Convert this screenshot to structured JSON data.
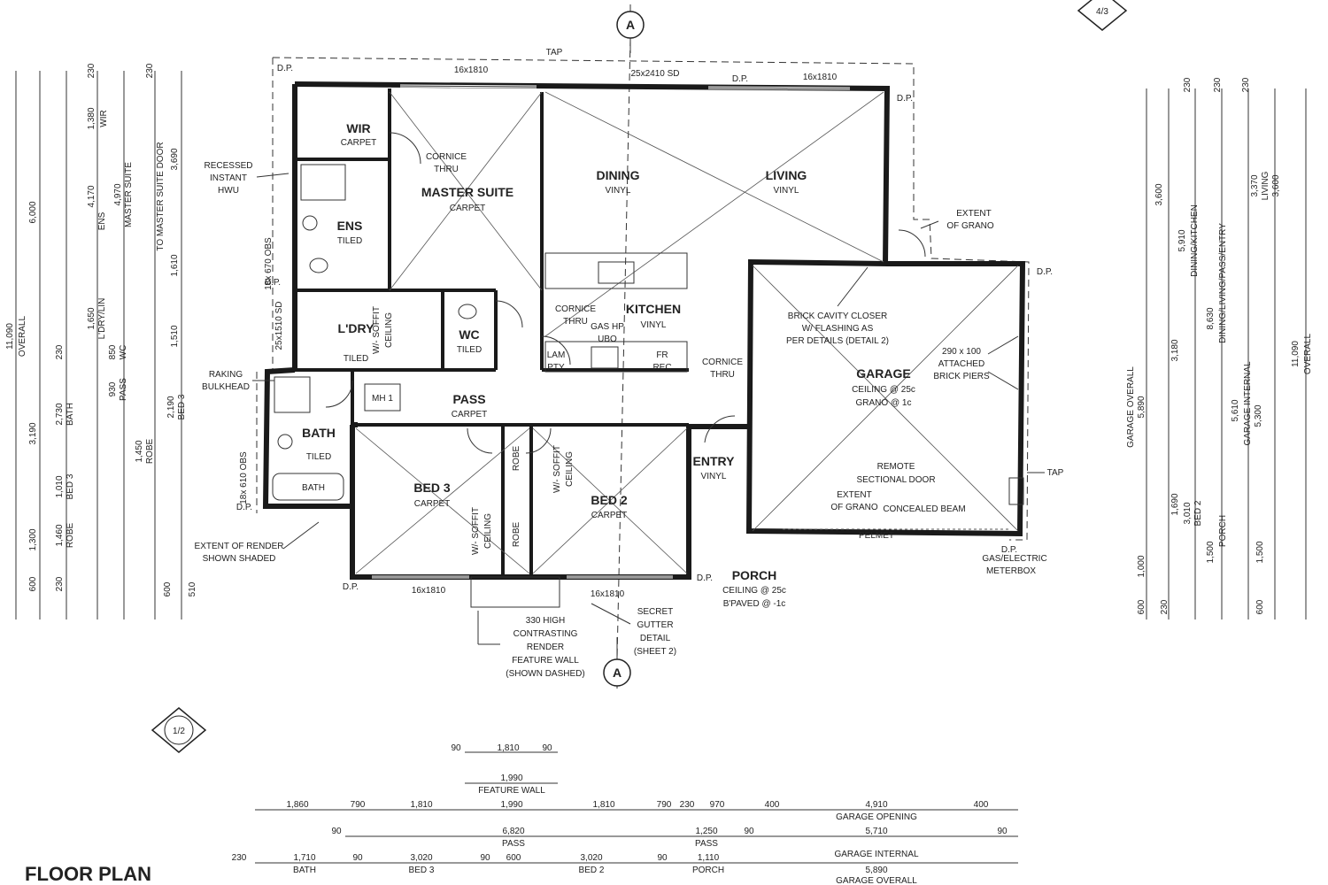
{
  "title": "FLOOR PLAN",
  "section_marks": {
    "a_top": "A",
    "a_bottom": "A",
    "sheet_top": "4/3",
    "sheet_left": "1/2"
  },
  "rooms": {
    "wir": "WIR",
    "wir_finish": "CARPET",
    "master": "MASTER SUITE",
    "master_finish": "CARPET",
    "ens": "ENS",
    "ens_finish": "TILED",
    "dining": "DINING",
    "dining_finish": "VINYL",
    "living": "LIVING",
    "living_finish": "VINYL",
    "kitchen": "KITCHEN",
    "kitchen_finish": "VINYL",
    "ldry": "L'DRY",
    "ldry_finish": "TILED",
    "wc": "WC",
    "wc_finish": "TILED",
    "pass": "PASS",
    "pass_finish": "CARPET",
    "bath": "BATH",
    "bath_finish": "TILED",
    "bed3": "BED 3",
    "bed3_finish": "CARPET",
    "bed2": "BED 2",
    "bed2_finish": "CARPET",
    "robe1": "ROBE",
    "robe2": "ROBE",
    "entry": "ENTRY",
    "entry_finish": "VINYL",
    "porch": "PORCH",
    "porch_ceiling": "CEILING @ 25c",
    "porch_paved": "B'PAVED @ -1c",
    "garage": "GARAGE",
    "garage_ceiling": "CEILING @ 25c",
    "garage_grano": "GRANO @ 1c"
  },
  "notes": {
    "recessed": [
      "RECESSED",
      "INSTANT",
      "HWU"
    ],
    "raking": [
      "RAKING",
      "BULKHEAD"
    ],
    "extent_render": [
      "EXTENT OF RENDER",
      "SHOWN SHADED"
    ],
    "feature_wall": [
      "330 HIGH",
      "CONTRASTING",
      "RENDER",
      "FEATURE WALL",
      "(SHOWN DASHED)"
    ],
    "secret_gutter": [
      "SECRET",
      "GUTTER",
      "DETAIL",
      "(SHEET 2)"
    ],
    "brick_cavity": [
      "BRICK CAVITY CLOSER",
      "W/ FLASHING AS",
      "PER DETAILS (DETAIL 2)"
    ],
    "attached_piers": [
      "290 x 100",
      "ATTACHED",
      "BRICK PIERS"
    ],
    "remote_door": [
      "REMOTE",
      "SECTIONAL DOOR"
    ],
    "extent_grano_top": [
      "EXTENT",
      "OF GRANO"
    ],
    "extent_grano_bottom": [
      "EXTENT",
      "OF GRANO"
    ],
    "concealed_beam": "CONCEALED BEAM",
    "pelmet": "PELMET",
    "meterbox": [
      "GAS/ELECTRIC",
      "METERBOX"
    ],
    "cornice_master": [
      "CORNICE",
      "THRU"
    ],
    "cornice_kitchen": [
      "CORNICE",
      "THRU"
    ],
    "cornice_entry": [
      "CORNICE",
      "THRU"
    ],
    "gas_hp": "GAS HP",
    "ubo": "UBO",
    "lam_pty": [
      "LAM",
      "PTY"
    ],
    "fr_rec": [
      "FR",
      "REC"
    ],
    "mh": "MH 1",
    "tap_top": "TAP",
    "tap_right": "TAP",
    "dp": "D.P.",
    "soffit1": [
      "W/- SOFFIT",
      "CEILING"
    ],
    "soffit2": [
      "W/- SOFFIT",
      "CEILING"
    ],
    "soffit3": [
      "W/- SOFFIT",
      "CEILING"
    ]
  },
  "windows": {
    "w_top_left": "16x1810",
    "w_top_sd": "25x2410 SD",
    "w_top_right": "16x1810",
    "w_bottom_left": "16x1810",
    "w_bottom_right": "16x1810",
    "w_ldry_sd": "25x1510 SD",
    "w_bath": "18x 610 OBS",
    "w_ens": "18x 670 OBS"
  },
  "dims_left": {
    "col1": [
      "6,000",
      "3,190",
      "1,300",
      "600"
    ],
    "col2": [
      "230",
      "2,730",
      "BATH",
      "1,010",
      "BED 3",
      "1,460",
      "ROBE",
      "230"
    ],
    "col3": [
      "4,170",
      "ENS",
      "1,650",
      "L'DRY/LIN",
      "850",
      "WC",
      "930",
      "PASS",
      "1,450",
      "ROBE"
    ],
    "col4": [
      "4,970",
      "MASTER SUITE",
      "2,190",
      "BED 3"
    ],
    "col5": [
      "3,690",
      "TO MASTER SUITE DOOR",
      "1,610",
      "1,510",
      "600",
      "510"
    ],
    "top_values": [
      "230",
      "230",
      "1,380",
      "WIR"
    ],
    "overall": [
      "11,090",
      "OVERALL"
    ]
  },
  "dims_right": {
    "col1": [
      "3,600",
      "5,890",
      "GARAGE OVERALL",
      "1,000",
      "600",
      "230"
    ],
    "col2": [
      "5,910",
      "DINING/KITCHEN",
      "3,180",
      "1,690",
      "3,010",
      "BED 2"
    ],
    "col3": [
      "8,630",
      "DINING/LIVING/PASS/ENTRY",
      "5,610",
      "GARAGE INTERNAL",
      "1,500",
      "PORCH"
    ],
    "col4": [
      "3,370",
      "LIVING",
      "5,300"
    ],
    "col5": [
      "3,600",
      "11,090",
      "OVERALL",
      "1,500",
      "600"
    ],
    "top_values": [
      "230",
      "230",
      "230"
    ]
  },
  "dims_bottom": {
    "row1": [
      "90",
      "1,810",
      "90"
    ],
    "row2": [
      "1,990",
      "FEATURE WALL"
    ],
    "row3": [
      "1,860",
      "790",
      "1,810",
      "1,990",
      "1,810",
      "790",
      "230",
      "970",
      "400",
      "4,910",
      "400"
    ],
    "row3_label": "GARAGE OPENING",
    "row4": [
      "90",
      "6,820",
      "PASS",
      "1,250",
      "PASS",
      "90",
      "5,710",
      "90"
    ],
    "row4_label": "GARAGE INTERNAL",
    "row5": [
      "230",
      "1,710",
      "BATH",
      "90",
      "3,020",
      "BED 3",
      "90",
      "600",
      "3,020",
      "BED 2",
      "90",
      "1,110",
      "PORCH"
    ],
    "row5_label": "GARAGE OVERALL",
    "row5_garage": "5,890"
  }
}
